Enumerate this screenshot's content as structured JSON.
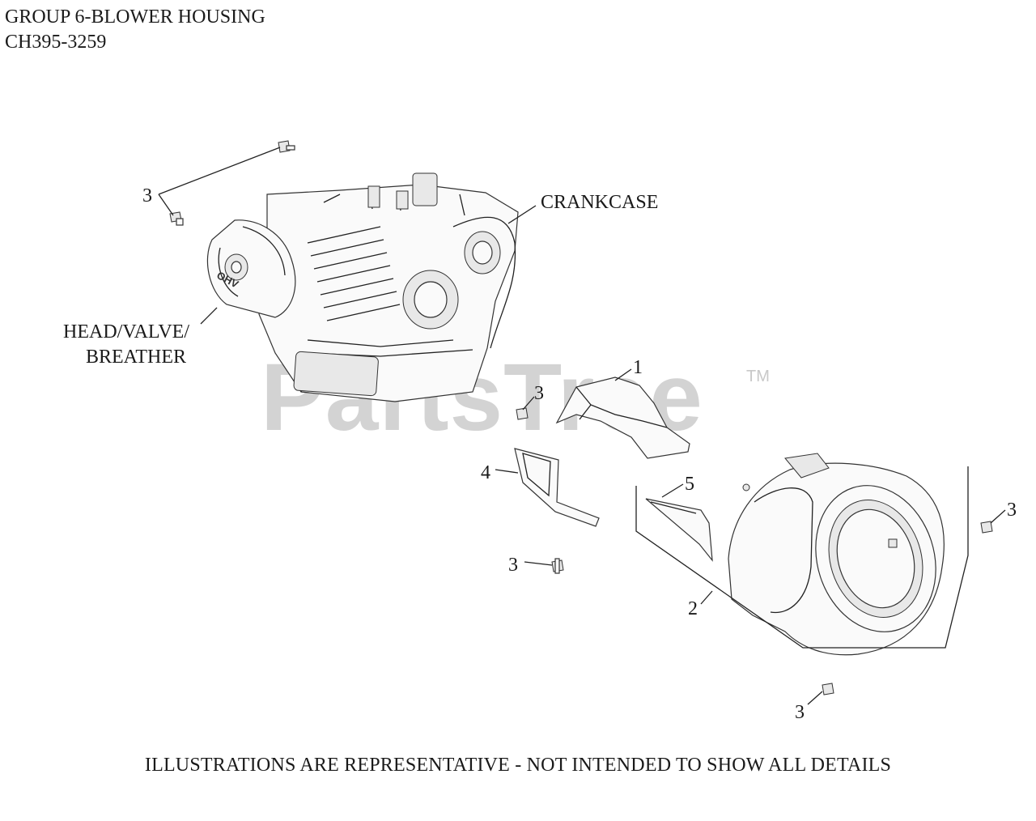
{
  "header": {
    "line1": "GROUP 6-BLOWER HOUSING",
    "line2": "CH395-3259"
  },
  "watermark": {
    "text": "PartsTree",
    "mark": "TM"
  },
  "labels": {
    "crankcase": "CRANKCASE",
    "head_line1": "HEAD/VALVE/",
    "head_line2": "BREATHER",
    "ohv": "OHV"
  },
  "callouts": {
    "c1": "1",
    "c2": "2",
    "c3a": "3",
    "c3b": "3",
    "c3c": "3",
    "c3d": "3",
    "c3e": "3",
    "c4": "4",
    "c5": "5"
  },
  "footer": "ILLUSTRATIONS ARE REPRESENTATIVE - NOT INTENDED TO SHOW ALL DETAILS"
}
